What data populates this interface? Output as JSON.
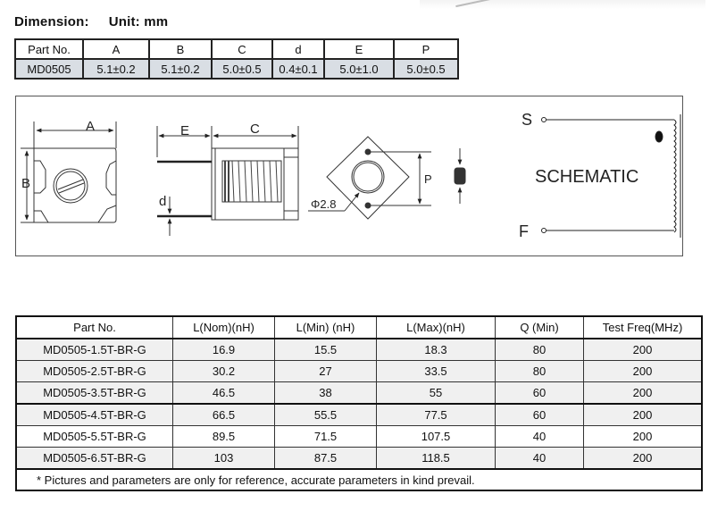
{
  "heading": {
    "title": "Dimension:",
    "unit": "Unit: mm"
  },
  "dimension_table": {
    "headers": [
      "Part No.",
      "A",
      "B",
      "C",
      "d",
      "E",
      "P"
    ],
    "rows": [
      [
        "MD0505",
        "5.1±0.2",
        "5.1±0.2",
        "5.0±0.5",
        "0.4±0.1",
        "5.0±1.0",
        "5.0±0.5"
      ]
    ]
  },
  "drawing": {
    "labels": {
      "A": "A",
      "B": "B",
      "C": "C",
      "d": "d",
      "E": "E",
      "P": "P",
      "phi": "Φ2.8"
    },
    "schematic": {
      "title": "SCHEMATIC",
      "start": "S",
      "finish": "F"
    }
  },
  "spec_table": {
    "headers": [
      "Part No.",
      "L(Nom)(nH)",
      "L(Min) (nH)",
      "L(Max)(nH)",
      "Q  (Min)",
      "Test Freq(MHz)"
    ],
    "rows": [
      [
        "MD0505-1.5T-BR-G",
        "16.9",
        "15.5",
        "18.3",
        "80",
        "200"
      ],
      [
        "MD0505-2.5T-BR-G",
        "30.2",
        "27",
        "33.5",
        "80",
        "200"
      ],
      [
        "MD0505-3.5T-BR-G",
        "46.5",
        "38",
        "55",
        "60",
        "200"
      ],
      [
        "MD0505-4.5T-BR-G",
        "66.5",
        "55.5",
        "77.5",
        "60",
        "200"
      ],
      [
        "MD0505-5.5T-BR-G",
        "89.5",
        "71.5",
        "107.5",
        "40",
        "200"
      ],
      [
        "MD0505-6.5T-BR-G",
        "103",
        "87.5",
        "118.5",
        "40",
        "200"
      ]
    ],
    "note": "* Pictures and parameters are only for reference, accurate parameters in kind prevail."
  }
}
